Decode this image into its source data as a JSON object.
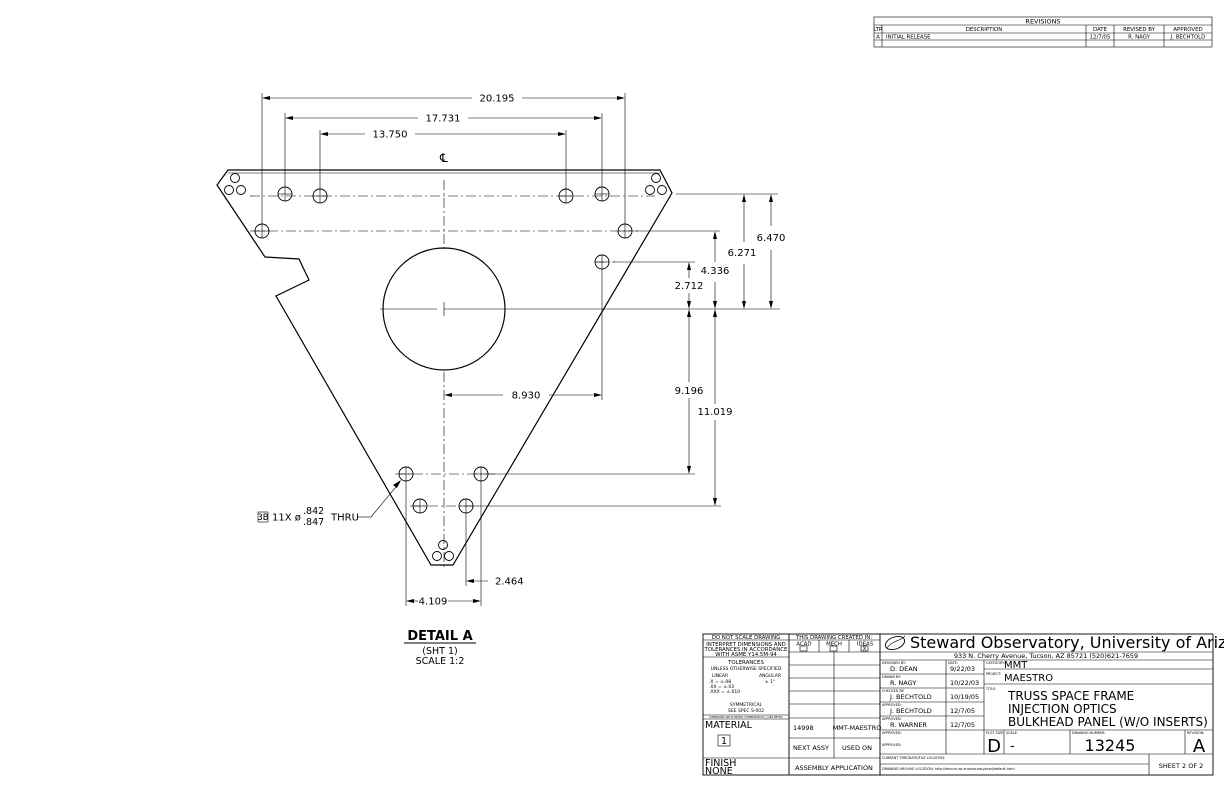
{
  "revisions": {
    "title": "REVISIONS",
    "headers": [
      "LTR",
      "DESCRIPTION",
      "DATE",
      "REVISED BY",
      "APPROVED"
    ],
    "rows": [
      [
        "A",
        "INITIAL RELEASE",
        "12/7/05",
        "R. NAGY",
        "J. BECHTOLD"
      ]
    ]
  },
  "dimensions": {
    "d1": "20.195",
    "d2": "17.731",
    "d3": "13.750",
    "d4": "6.470",
    "d5": "6.271",
    "d6": "4.336",
    "d7": "2.712",
    "d8": "8.930",
    "d9": "9.196",
    "d10": "11.019",
    "d11": "2.464",
    "d12": "4.109",
    "centerline": "℄"
  },
  "hole_note": {
    "tag": "3B",
    "prefix": "11X ø",
    "upper": ".842",
    "lower": ".847",
    "suffix": "THRU"
  },
  "detail": {
    "title": "DETAIL A",
    "sheet": "(SHT 1)",
    "scale": "SCALE 1:2"
  },
  "notes": {
    "do_not_scale": "DO NOT SCALE DRAWING",
    "interpret1": "INTERPRET DIMENSIONS AND",
    "interpret2": "TOLERANCES IN ACCORDANCE",
    "interpret3": "WITH ASME Y14.5M-94",
    "tol_title": "TOLERANCES",
    "tol_sub": "UNLESS OTHERWISE SPECIFIED",
    "linear": "LINEAR",
    "angular": "ANGULAR",
    "tol_x": ".X   = ±.08",
    "tol_xx": ".XX  = ±.03",
    "tol_xxx": ".XXX = ±.010",
    "tol_ang": "± 1°",
    "symmetrical": "SYMMETRICAL",
    "spec": "SEE SPEC S-002",
    "tiny_note": "DIMENSIONS ARE IN INCHES / DIMENSIONS IN [ ] ARE METRIC",
    "material_label": "MATERIAL",
    "material_val": "1",
    "finish_label": "FINISH",
    "finish_val": "NONE"
  },
  "created": {
    "title": "THIS DRAWING CREATED IN:",
    "acad": "ACAD",
    "mech": "MECH",
    "ideas": "IDEAS",
    "ideas_mark": "X",
    "assy_no": "14998",
    "assy_name": "MMT-MAESTRO",
    "next_assy": "NEXT ASSY",
    "used_on": "USED ON",
    "application": "ASSEMBLY APPLICATION"
  },
  "title_block": {
    "org": "Steward Observatory, University of Arizona",
    "address": "933 N. Cherry Avenue, Tucson, AZ  85721   (520)621-7659",
    "designed_by_label": "DESIGNED BY:",
    "designed_by": "D. DEAN",
    "date_label": "DATE:",
    "designed_date": "9/22/03",
    "drawn_by_label": "DRAWN BY:",
    "drawn_by": "R. NAGY",
    "drawn_date": "10/22/03",
    "checked_by_label": "CHECKED BY:",
    "checked_by": "J. BECHTOLD",
    "checked_date": "10/19/05",
    "approved_label": "APPROVED:",
    "approved1": "J. BECHTOLD",
    "approved1_date": "12/7/05",
    "approved2": "R. WARNER",
    "approved2_date": "12/7/05",
    "category_label": "CATEGORY:",
    "category": "MMT",
    "project_label": "PROJECT:",
    "project": "MAESTRO",
    "title_label": "TITLE:",
    "title1": "TRUSS SPACE FRAME",
    "title2": "INJECTION OPTICS",
    "title3": "BULKHEAD PANEL (W/O INSERTS)",
    "plot_size_label": "PLOT SIZE",
    "scale_label": "SCALE:",
    "drawing_number_label": "DRAWING NUMBER:",
    "revision_label": "REVISION:",
    "plot_size": "D",
    "scale": "-",
    "drawing_number": "13245",
    "revision": "A",
    "current_time_label": "CURRENT TIME/DATE/FILE LOCATION:",
    "archive_label": "DRAWING ARCHIVE LOCATION: http://devinci.as.arizona.edu/acad/default.html",
    "sheet": "SHEET 2 OF 2"
  }
}
